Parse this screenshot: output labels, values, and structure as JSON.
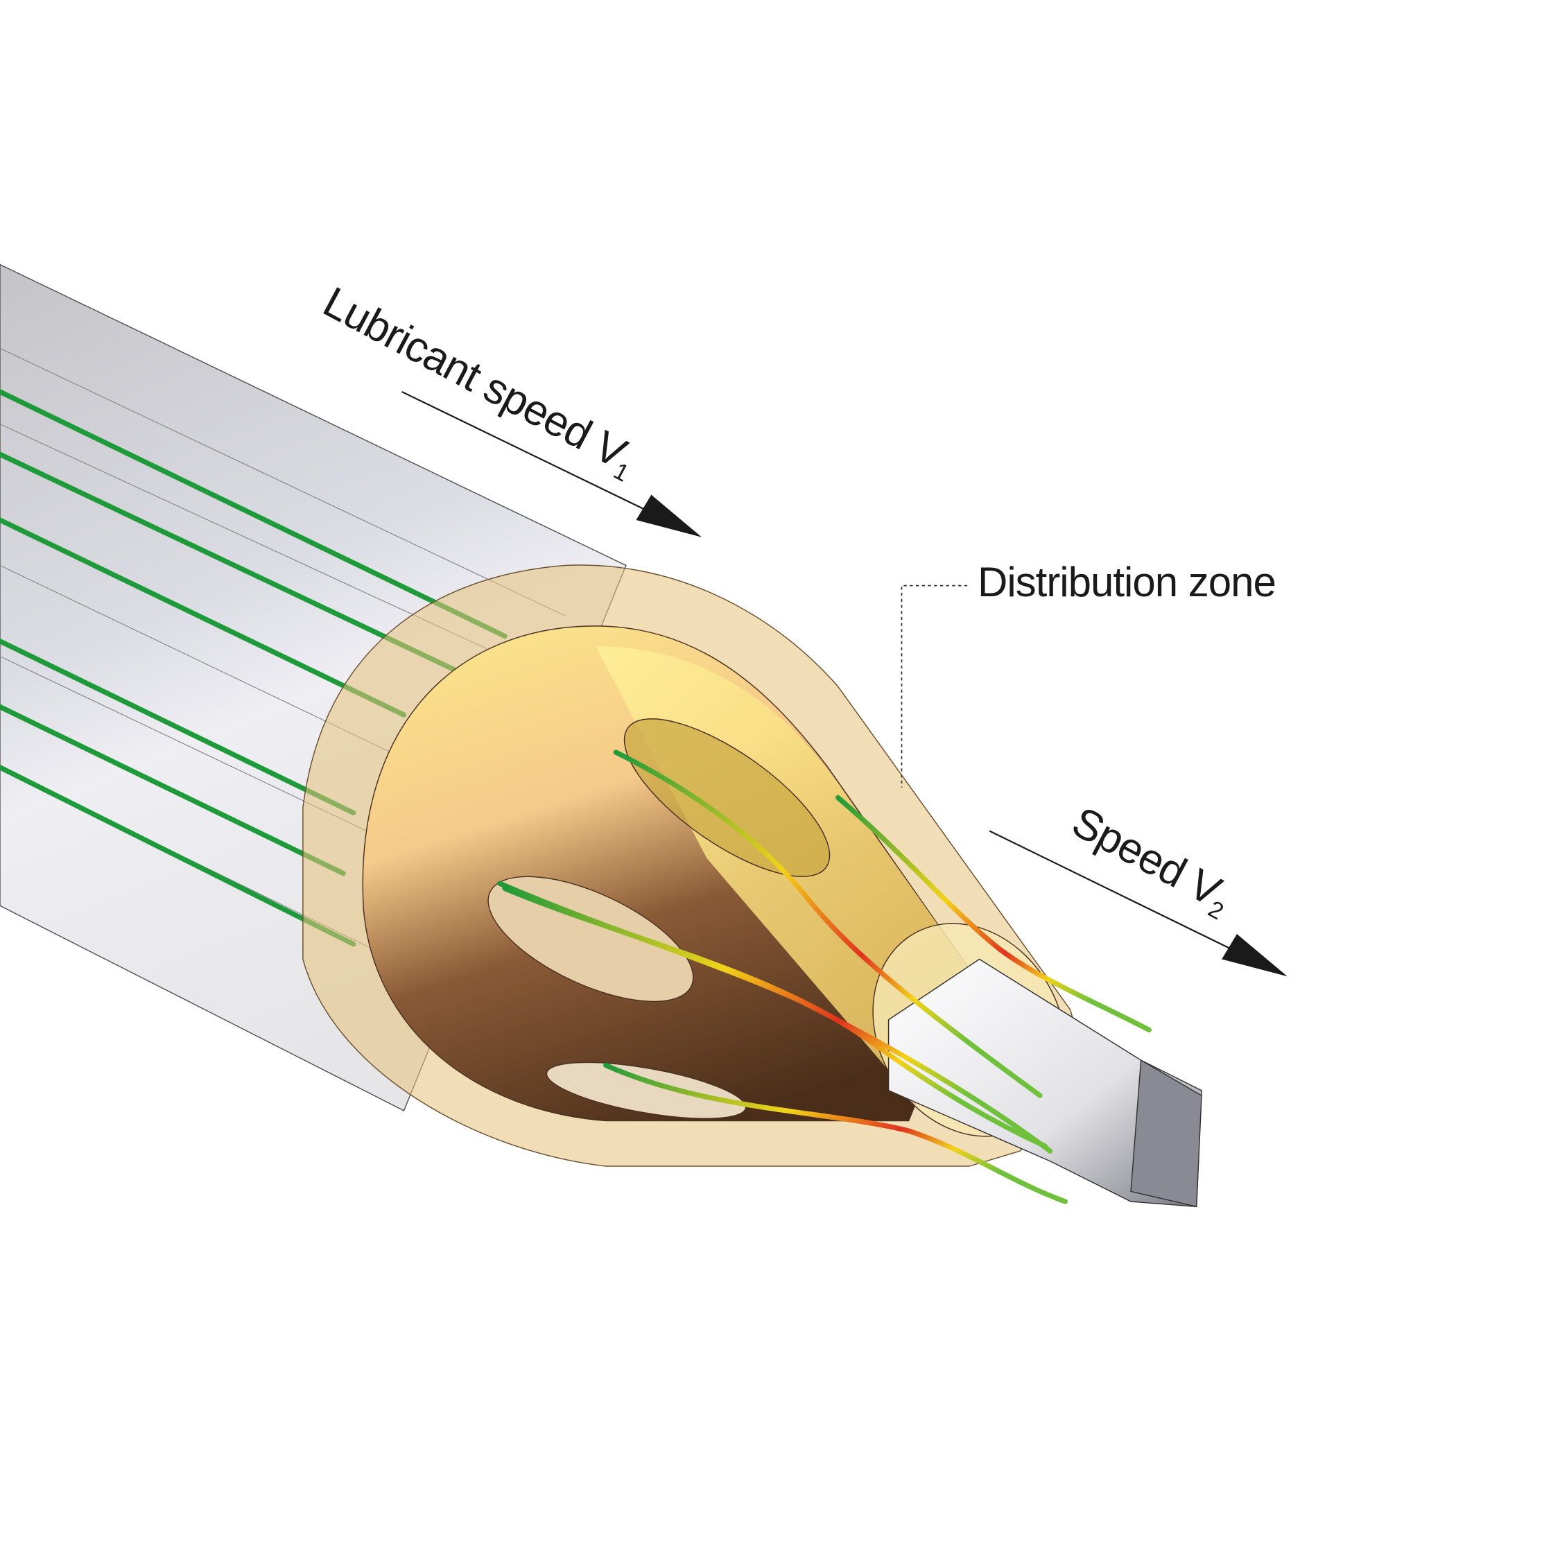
{
  "labels": {
    "lubricant_speed": "Lubricant speed V",
    "lubricant_speed_sub": "1",
    "distribution_zone": "Distribution zone",
    "speed": "Speed V",
    "speed_sub": "2"
  },
  "colors": {
    "streamline_low": "#1f9a3a",
    "streamline_mid": "#f2d31a",
    "streamline_high": "#e0321e",
    "housing": "#e6c27a",
    "body_dark": "#5a3a22",
    "shaft": "#c8c8cc"
  }
}
